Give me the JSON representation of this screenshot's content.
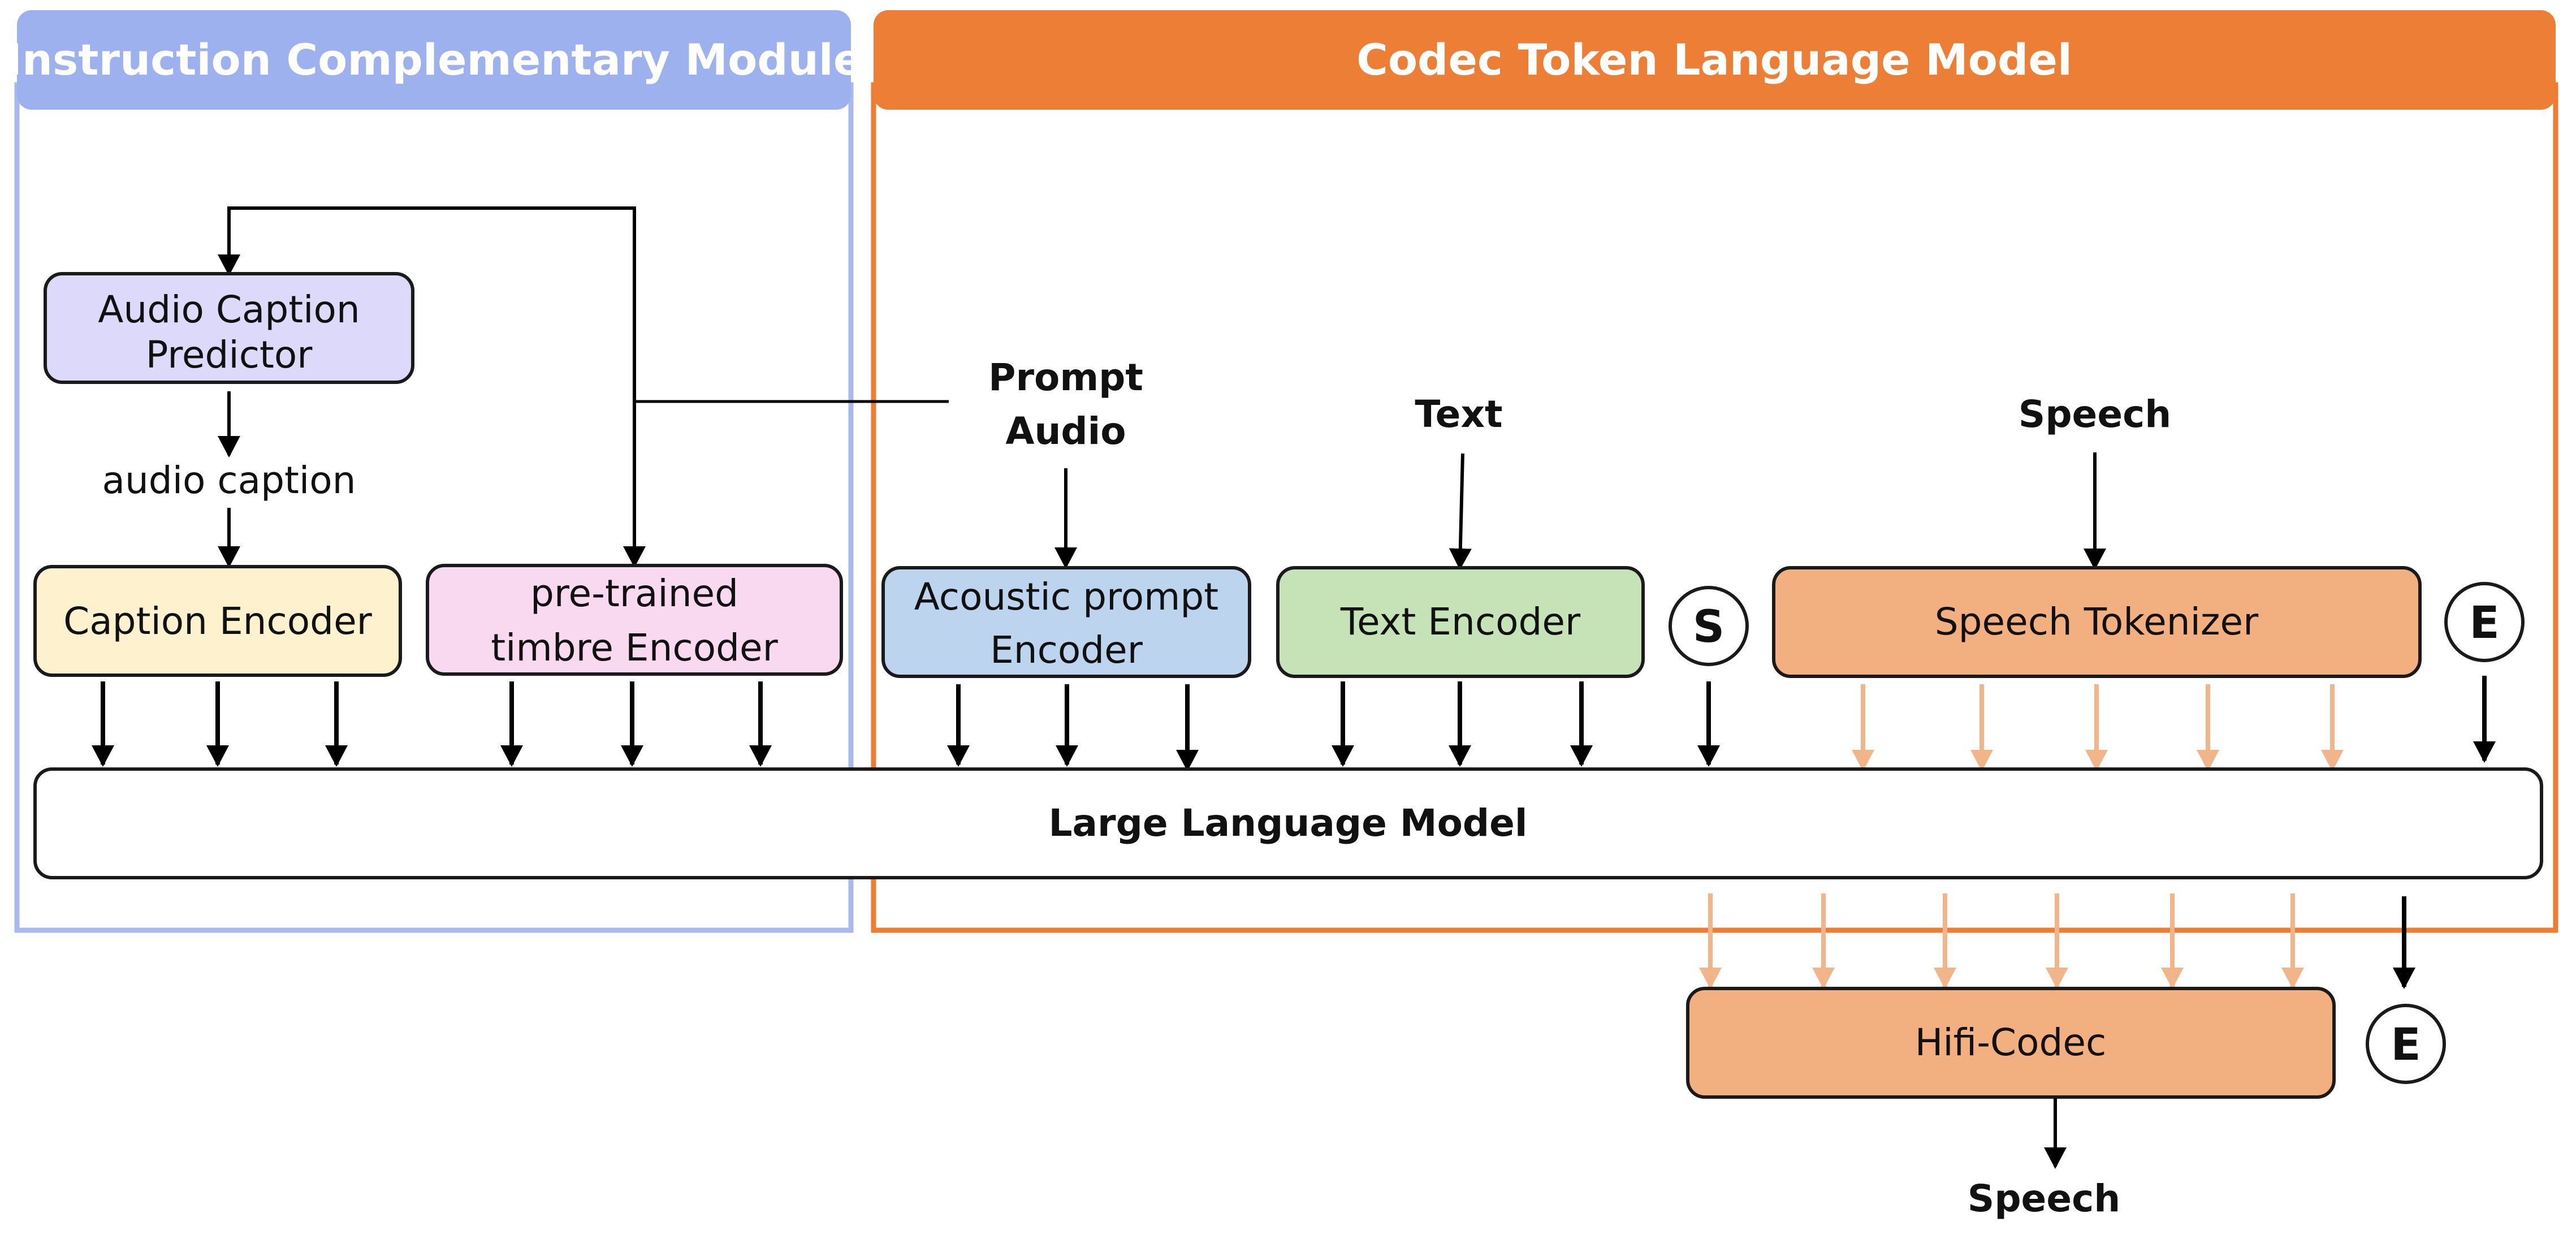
{
  "headers": {
    "left": "Instruction Complementary Module",
    "right": "Codec Token Language Model"
  },
  "blocks": {
    "audio_caption_predictor": [
      "Audio Caption",
      "Predictor"
    ],
    "audio_caption_label": "audio caption",
    "caption_encoder": "Caption Encoder",
    "timbre_encoder": [
      "pre-trained",
      "timbre Encoder"
    ],
    "prompt_audio_label": [
      "Prompt",
      "Audio"
    ],
    "acoustic_prompt_encoder": [
      "Acoustic prompt",
      "Encoder"
    ],
    "text_label": "Text",
    "text_encoder": "Text Encoder",
    "start_token": "S",
    "speech_input_label": "Speech",
    "speech_tokenizer": "Speech Tokenizer",
    "end_token_top": "E",
    "llm": "Large Language Model",
    "hifi_codec": "Hifi-Codec",
    "end_token_bottom": "E",
    "speech_output_label": "Speech"
  },
  "colors": {
    "left_header": "#9db1ef",
    "left_border": "#a9b9ef",
    "right_header": "#ed7e35",
    "right_border": "#ee7d33",
    "predictor_fill": "#dcd9fb",
    "caption_encoder_fill": "#fdf2cd",
    "timbre_fill": "#f9d9f0",
    "acoustic_fill": "#bcd4ee",
    "text_encoder_fill": "#c6e3b7",
    "tokenizer_fill": "#f2af80",
    "codec_fill": "#f2af80",
    "orange_arrow": "#f2b58a"
  }
}
